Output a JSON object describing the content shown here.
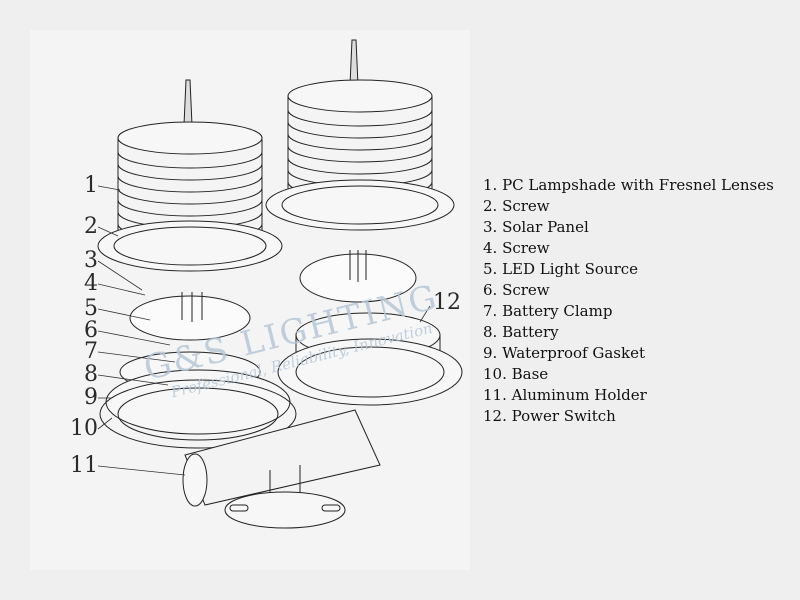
{
  "legend": [
    "1. PC Lampshade with Fresnel Lenses",
    "2. Screw",
    "3. Solar Panel",
    "4. Screw",
    "5. LED Light Source",
    "6. Screw",
    "7. Battery Clamp",
    "8. Battery",
    "9. Waterproof Gasket",
    "10. Base",
    "11. Aluminum Holder",
    "12. Power Switch"
  ],
  "callouts": [
    "1",
    "2",
    "3",
    "4",
    "5",
    "6",
    "7",
    "8",
    "9",
    "10",
    "11",
    "12"
  ],
  "watermark": {
    "brand": "G&S LIGHTING",
    "slogan": "Professional, Reliability, Innovation"
  },
  "colors": {
    "background": "#efefef",
    "line": "#222222",
    "watermark": "#b7c7d7"
  }
}
